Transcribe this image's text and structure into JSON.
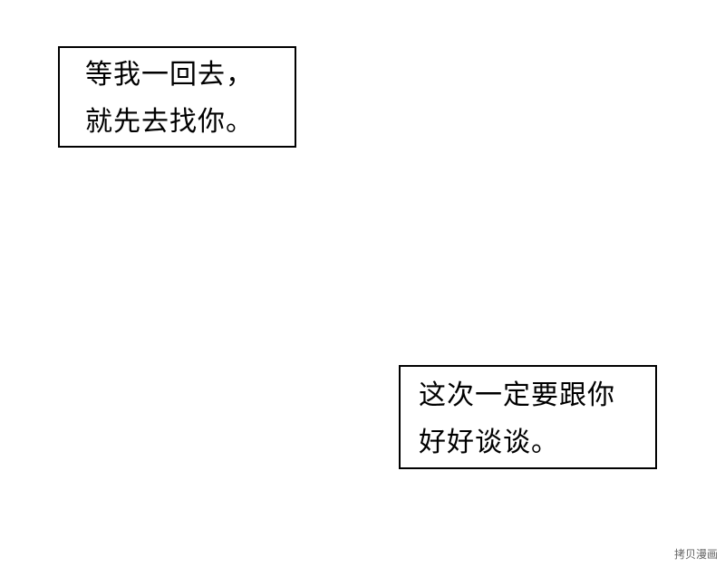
{
  "captions": {
    "top": {
      "lines": [
        "等我一回去，",
        "就先去找你。"
      ]
    },
    "bottom": {
      "lines": [
        "这次一定要跟你",
        "好好谈谈。"
      ]
    }
  },
  "watermark": {
    "text": "拷贝漫画"
  }
}
